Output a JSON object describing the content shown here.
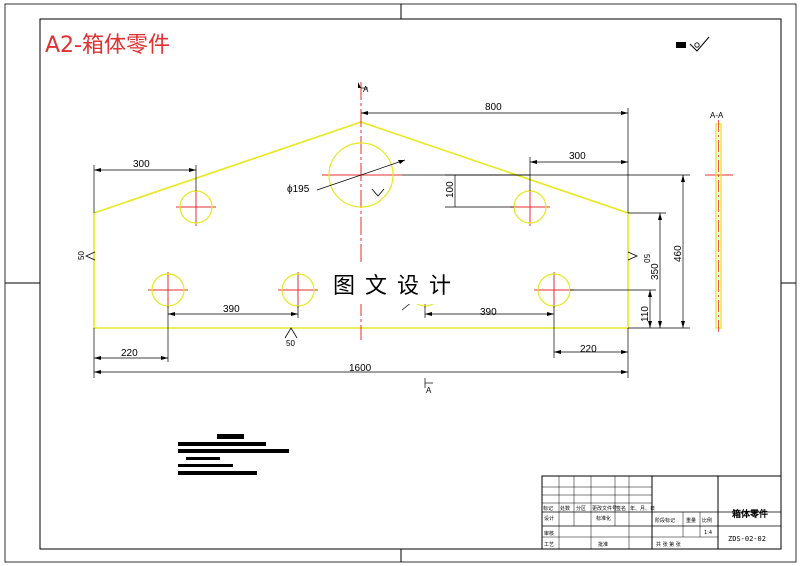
{
  "drawing": {
    "title": "A2-箱体零件",
    "watermark": "图文设计",
    "section_label": "A-A",
    "section_mark": "A",
    "diameter_label": "ϕ195"
  },
  "dimensions": {
    "d800": "800",
    "d300_left": "300",
    "d300_right": "300",
    "d100": "100",
    "d460": "460",
    "d350": "350",
    "d110": "110",
    "d390_left": "390",
    "d390_right": "390",
    "d220_left": "220",
    "d220_right": "220",
    "d1600": "1600"
  },
  "roughness": {
    "left": "50",
    "right": "50",
    "bottom": "50"
  },
  "title_block": {
    "part_name": "箱体零件",
    "drawing_no": "ZDS-02-02",
    "scale": "1:4",
    "row_labels": [
      "标记",
      "处数",
      "分区",
      "更改文件号",
      "签名",
      "年、月、日"
    ],
    "design": "设计",
    "standard": "标准化",
    "review": "审核",
    "process": "工艺",
    "approve": "批准",
    "stage": "阶段标记",
    "weight": "重量",
    "ratio": "比例",
    "sheets": "共  张  第  张"
  },
  "colors": {
    "outline": "#e8e820",
    "centerline": "#e0302f",
    "title": "#e0302f",
    "frame": "#000000"
  }
}
